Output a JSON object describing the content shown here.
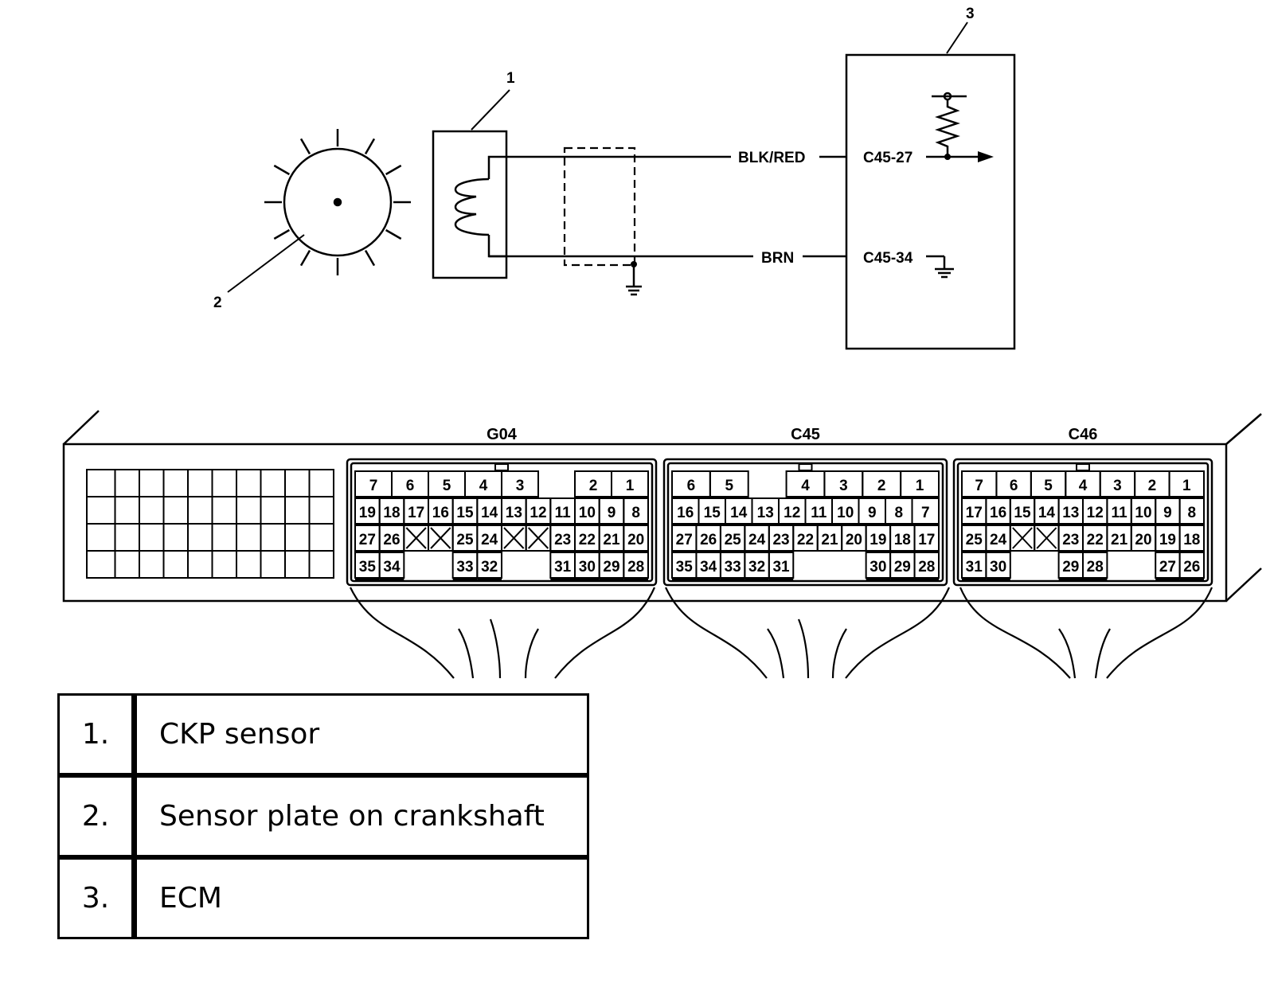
{
  "callouts": {
    "c1": "1",
    "c2": "2",
    "c3": "3"
  },
  "wires": {
    "signal": {
      "color": "BLK/RED",
      "terminal": "C45-27"
    },
    "ground": {
      "color": "BRN",
      "terminal": "C45-34"
    }
  },
  "connectors": [
    {
      "id": "G04",
      "rows": [
        [
          "7",
          "6",
          "5",
          "4",
          "3",
          "",
          "2",
          "1"
        ],
        [
          "19",
          "18",
          "17",
          "16",
          "15",
          "14",
          "13",
          "12",
          "11",
          "10",
          "9",
          "8"
        ],
        [
          "27",
          "26",
          "X",
          "X",
          "25",
          "24",
          "X",
          "X",
          "23",
          "22",
          "21",
          "20"
        ],
        [
          "35",
          "34",
          "",
          "",
          "33",
          "32",
          "",
          "",
          "31",
          "30",
          "29",
          "28"
        ]
      ]
    },
    {
      "id": "C45",
      "rows": [
        [
          "6",
          "5",
          "",
          "4",
          "3",
          "2",
          "1"
        ],
        [
          "16",
          "15",
          "14",
          "13",
          "12",
          "11",
          "10",
          "9",
          "8",
          "7"
        ],
        [
          "27",
          "26",
          "25",
          "24",
          "23",
          "22",
          "21",
          "20",
          "19",
          "18",
          "17"
        ],
        [
          "35",
          "34",
          "33",
          "32",
          "31",
          "",
          "",
          "",
          "30",
          "29",
          "28"
        ]
      ]
    },
    {
      "id": "C46",
      "rows": [
        [
          "7",
          "6",
          "5",
          "4",
          "3",
          "2",
          "1"
        ],
        [
          "17",
          "16",
          "15",
          "14",
          "13",
          "12",
          "11",
          "10",
          "9",
          "8"
        ],
        [
          "25",
          "24",
          "X",
          "X",
          "23",
          "22",
          "21",
          "20",
          "19",
          "18"
        ],
        [
          "31",
          "30",
          "",
          "",
          "29",
          "28",
          "",
          "",
          "27",
          "26"
        ]
      ]
    }
  ],
  "legend": [
    {
      "num": "1.",
      "text": "CKP sensor"
    },
    {
      "num": "2.",
      "text": "Sensor plate on crankshaft"
    },
    {
      "num": "3.",
      "text": "ECM"
    }
  ]
}
